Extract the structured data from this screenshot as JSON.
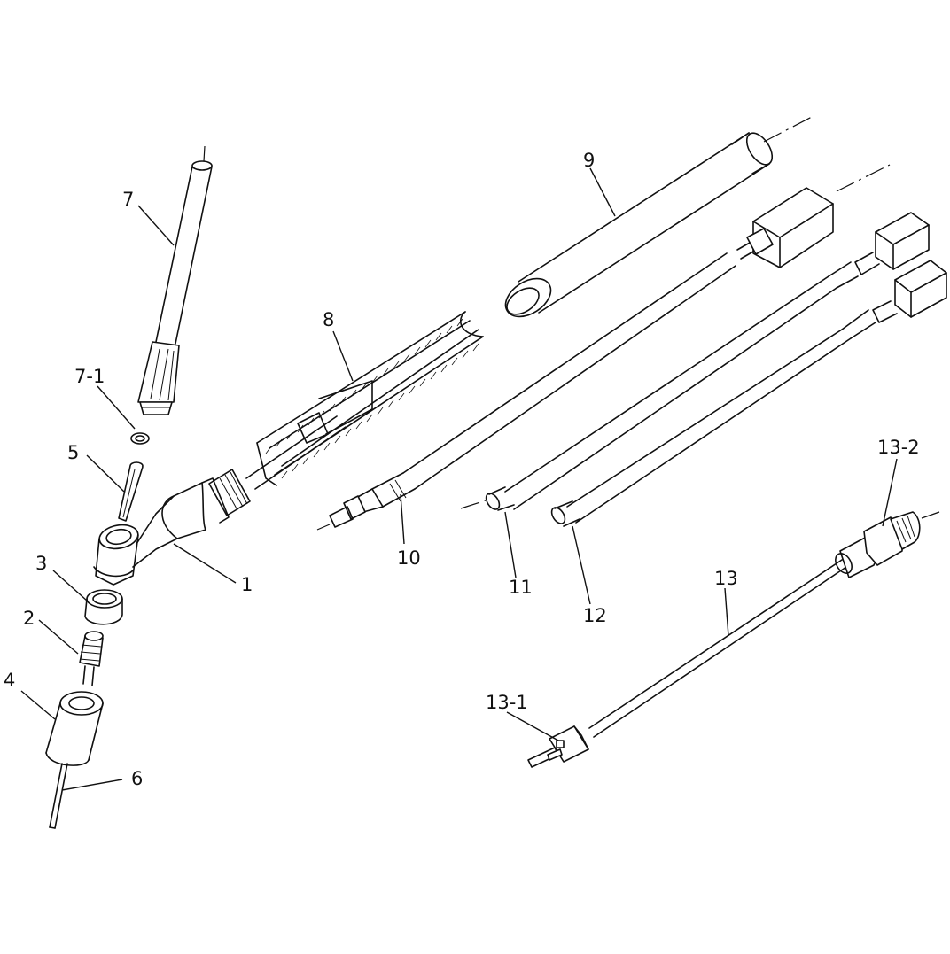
{
  "diagram": {
    "callouts": {
      "p1": "1",
      "p2": "2",
      "p3": "3",
      "p4": "4",
      "p5": "5",
      "p6": "6",
      "p7": "7",
      "p7_1": "7-1",
      "p8": "8",
      "p9": "9",
      "p10": "10",
      "p11": "11",
      "p12": "12",
      "p13": "13",
      "p13_1": "13-1",
      "p13_2": "13-2"
    },
    "colors": {
      "line": "#111111",
      "background": "#ffffff"
    }
  }
}
